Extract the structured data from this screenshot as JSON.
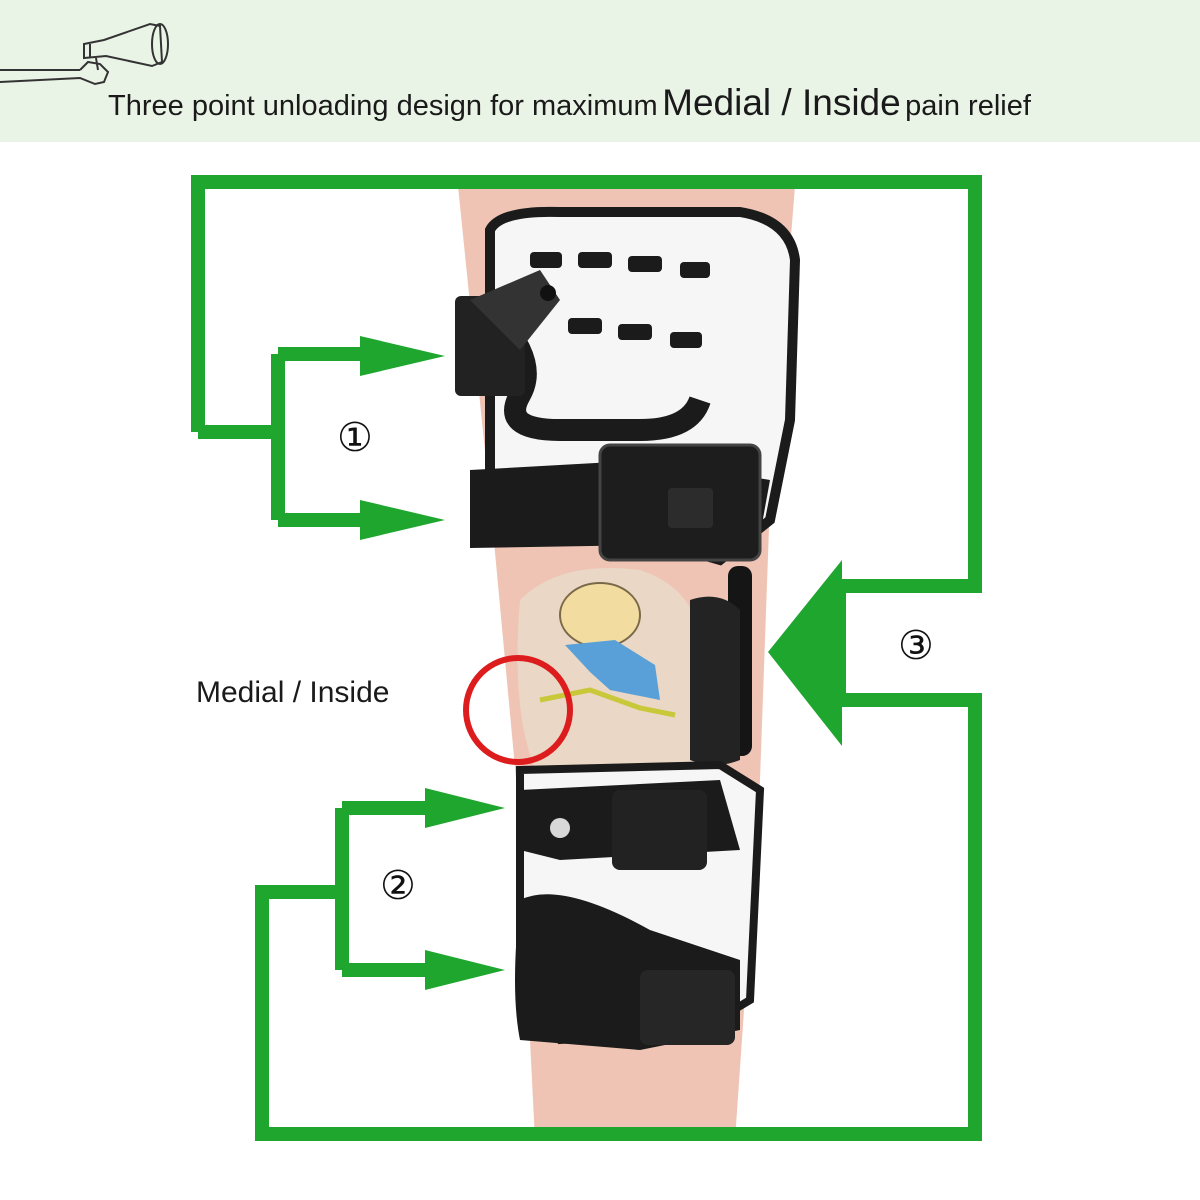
{
  "header": {
    "text_part1": "Three point unloading design for maximum",
    "text_emphasis": "Medial / Inside",
    "text_part2": "pain relief",
    "megaphone_icon": "megaphone-icon"
  },
  "diagram": {
    "labels": {
      "point1": "①",
      "point2": "②",
      "point3": "③",
      "medial": "Medial / Inside"
    },
    "colors": {
      "arrow_green": "#1fa62f",
      "header_bg": "#eaf4e6",
      "skin": "#efc4b4",
      "brace_white": "#f6f6f6",
      "strap_black": "#1b1b1b",
      "highlight_red": "#dd1d1d"
    }
  }
}
